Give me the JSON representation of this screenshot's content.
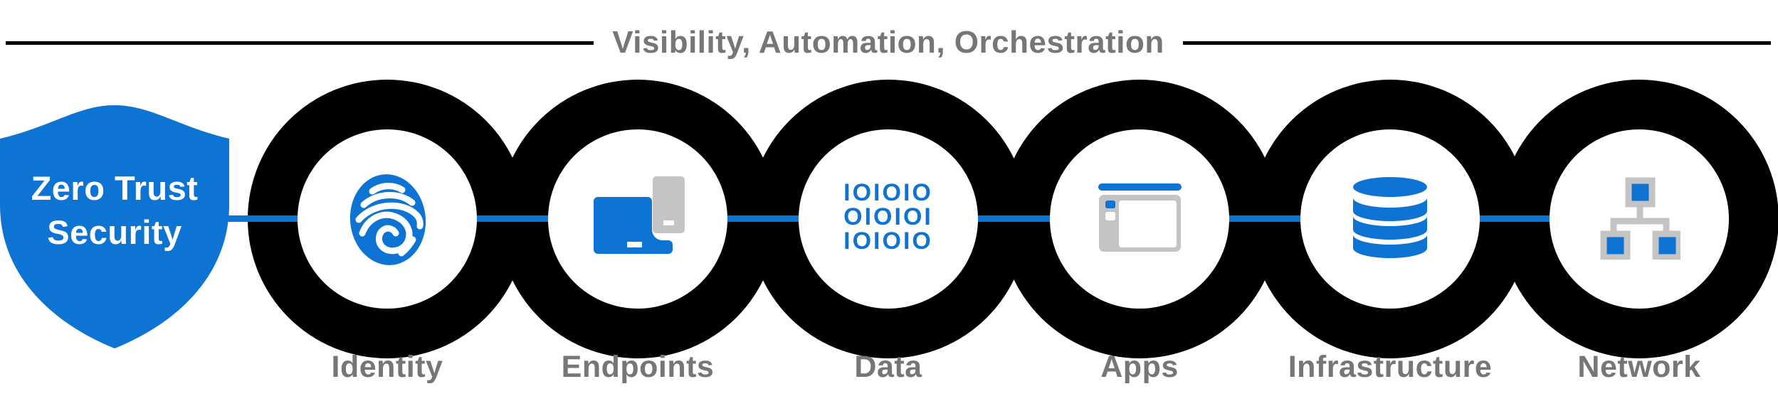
{
  "title": {
    "text": "Visibility, Automation, Orchestration"
  },
  "shield": {
    "line1": "Zero Trust",
    "line2": "Security"
  },
  "nodes": [
    {
      "label": "Identity",
      "icon": "fingerprint-icon"
    },
    {
      "label": "Endpoints",
      "icon": "laptop-and-phone-icon"
    },
    {
      "label": "Data",
      "icon": "binary-data-icon",
      "binary": [
        "IOIOIO",
        "OIOIOI",
        "IOIOIO"
      ]
    },
    {
      "label": "Apps",
      "icon": "app-window-icon"
    },
    {
      "label": "Infrastructure",
      "icon": "database-icon"
    },
    {
      "label": "Network",
      "icon": "network-tree-icon"
    }
  ],
  "colors": {
    "accent_blue": "#0E74D4",
    "ring_black": "#000000",
    "label_gray": "#767676",
    "icon_gray": "#C4C4C4",
    "bg_white": "#FFFFFF"
  }
}
